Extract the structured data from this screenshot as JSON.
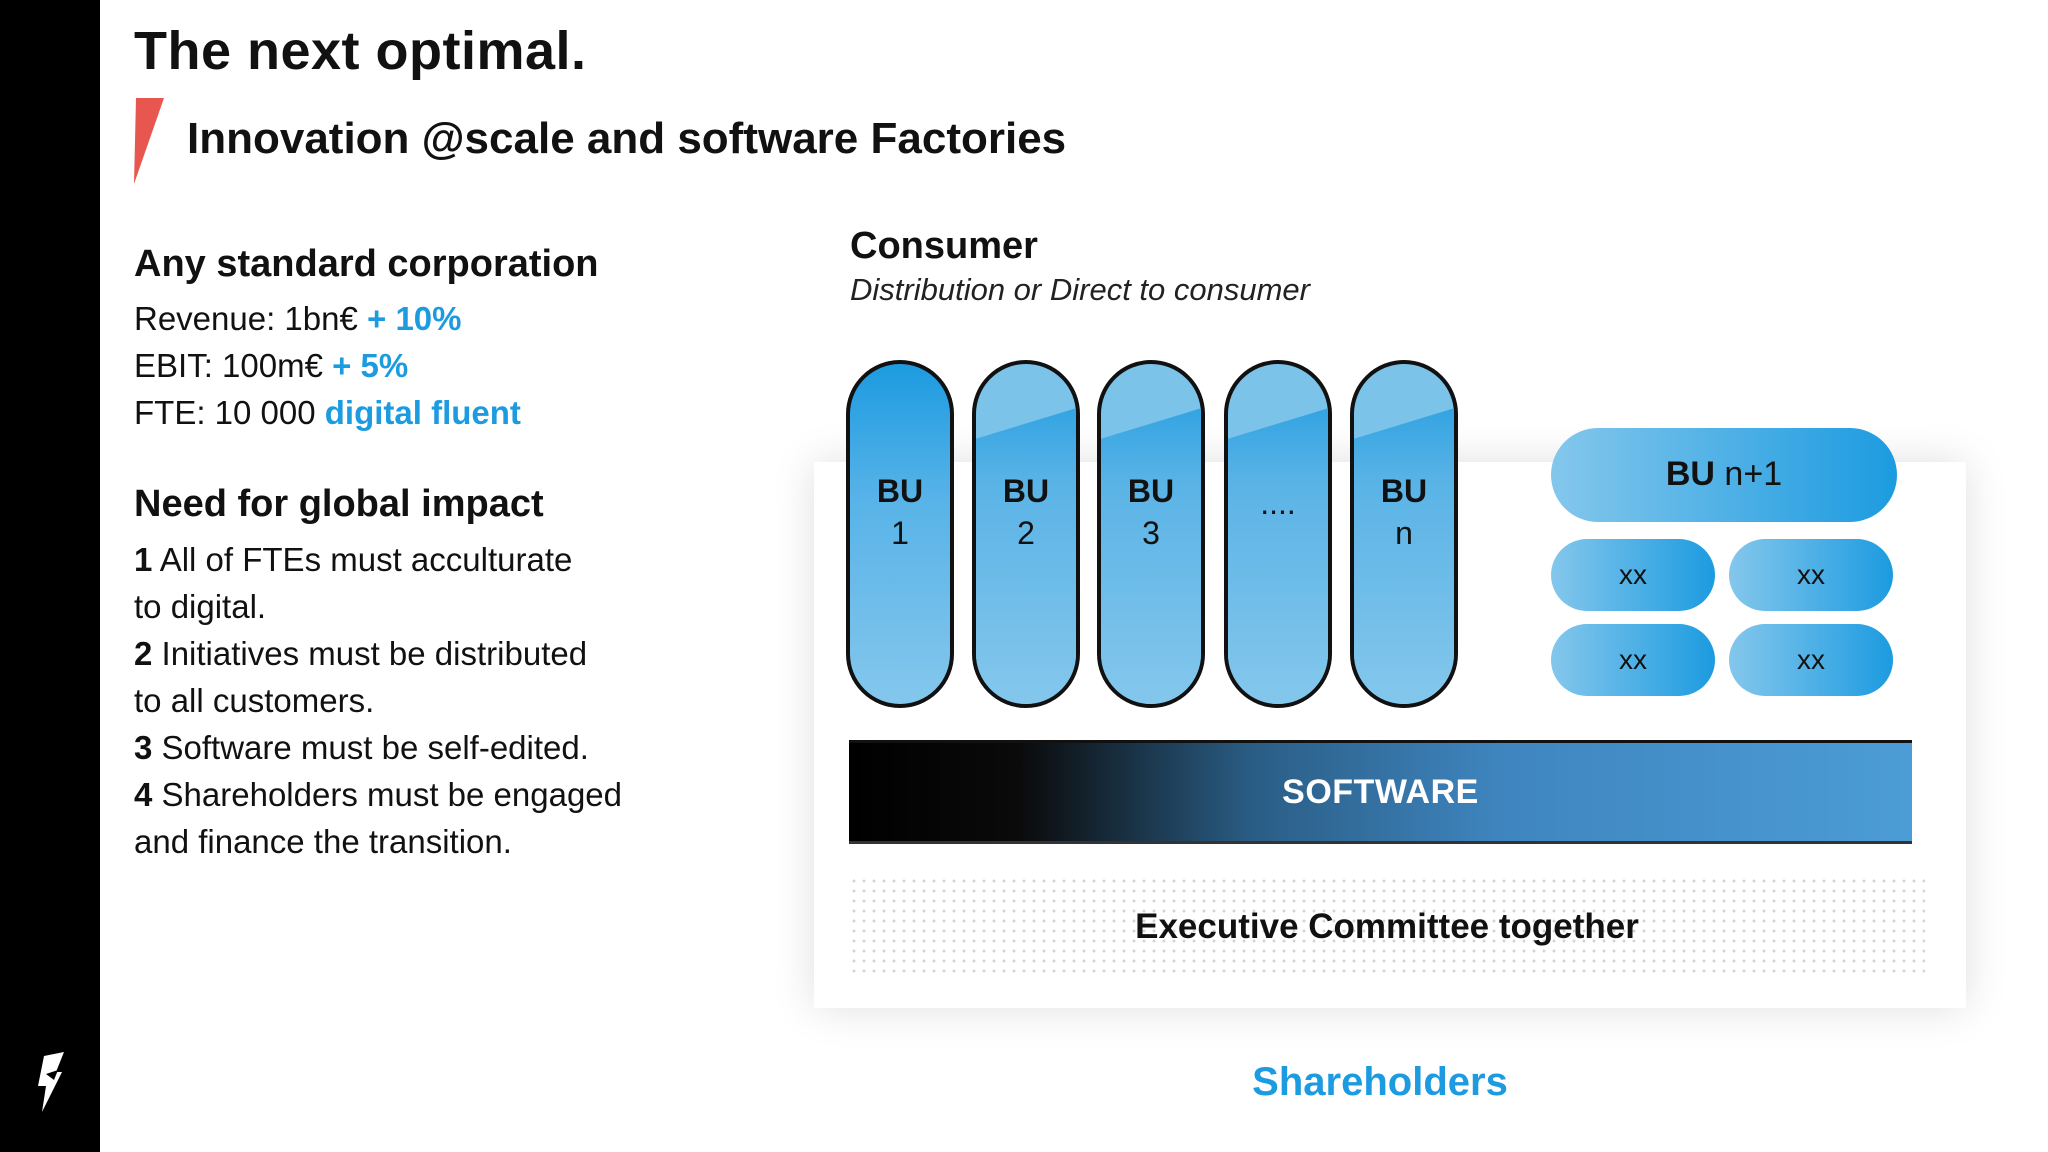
{
  "slide": {
    "title": "The next optimal.",
    "subtitle": "Innovation @scale and software Factories",
    "accent_color": "#e8574f",
    "highlight_color": "#1c9be0"
  },
  "left": {
    "corp_heading": "Any standard corporation",
    "revenue_label": "Revenue: 1bn€ ",
    "revenue_delta": "+ 10%",
    "ebit_label": "EBIT: 100m€ ",
    "ebit_delta": "+ 5%",
    "fte_label": "FTE: 10 000 ",
    "fte_highlight": "digital fluent",
    "impact_heading": "Need for global impact",
    "needs": [
      {
        "num": "1",
        "line1": " All of FTEs must acculturate",
        "line2": "to digital."
      },
      {
        "num": "2",
        "line1": " Initiatives must be distributed",
        "line2": "to all customers."
      },
      {
        "num": "3",
        "line1": " Software must be self-edited.",
        "line2": ""
      },
      {
        "num": "4",
        "line1": " Shareholders must be engaged",
        "line2": "and finance the transition."
      }
    ]
  },
  "diagram": {
    "consumer_title": "Consumer",
    "consumer_sub": "Distribution or Direct to consumer",
    "units": [
      {
        "top": "BU",
        "bottom": "1",
        "fill": 1.0
      },
      {
        "top": "BU",
        "bottom": "2",
        "fill": 0.82
      },
      {
        "top": "BU",
        "bottom": "3",
        "fill": 0.82
      },
      {
        "top": "",
        "bottom": "....",
        "fill": 0.82
      },
      {
        "top": "BU",
        "bottom": "n",
        "fill": 0.82
      }
    ],
    "new_unit": {
      "bold": "BU",
      "rest": " n+1"
    },
    "sub_units": [
      "xx",
      "xx",
      "xx",
      "xx"
    ],
    "software": "SOFTWARE",
    "executive": "Executive Committee together",
    "shareholders": "Shareholders"
  }
}
